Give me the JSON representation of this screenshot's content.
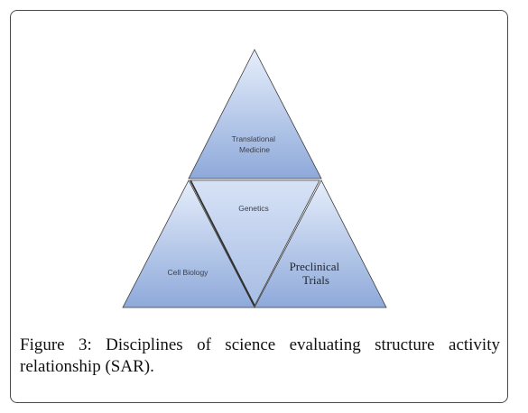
{
  "diagram": {
    "triangles": {
      "top": {
        "label_lines": [
          "Translational",
          "Medicine"
        ]
      },
      "left": {
        "label_lines": [
          "Cell Biology"
        ]
      },
      "center": {
        "label_lines": [
          "Genetics"
        ]
      },
      "right": {
        "label_lines": [
          "Preclinical",
          "Trials"
        ]
      }
    },
    "colors": {
      "fill_light": "#e6eefb",
      "fill_dark": "#8ea9da",
      "stroke": "#3b3b3b"
    }
  },
  "caption": {
    "text": "Figure 3: Disciplines of science evaluating structure activity relationship (SAR)."
  }
}
